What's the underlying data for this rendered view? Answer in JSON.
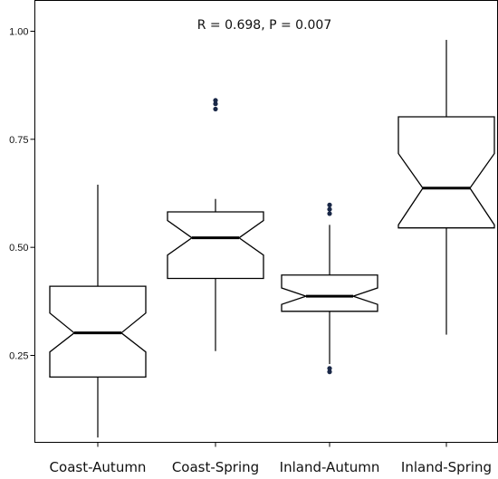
{
  "chart_data": {
    "type": "boxplot",
    "title": "",
    "xlabel": "",
    "ylabel": "",
    "annotation": "R = 0.698, P = 0.007",
    "ylim": [
      0.05,
      1.04
    ],
    "yticks": [
      0.25,
      0.5,
      0.75,
      1.0
    ],
    "ytick_labels": [
      "0.25",
      "0.50",
      "0.75",
      "1.00"
    ],
    "grid": false,
    "notched": true,
    "categories": [
      "Coast-Autumn",
      "Coast-Spring",
      "Inland-Autumn",
      "Inland-Spring"
    ],
    "boxes": [
      {
        "category": "Coast-Autumn",
        "whisker_low": 0.06,
        "q1": 0.2,
        "median": 0.302,
        "q3": 0.41,
        "whisker_high": 0.645,
        "notch_low": 0.258,
        "notch_high": 0.348,
        "outliers": []
      },
      {
        "category": "Coast-Spring",
        "whisker_low": 0.26,
        "q1": 0.428,
        "median": 0.522,
        "q3": 0.582,
        "whisker_high": 0.612,
        "notch_low": 0.482,
        "notch_high": 0.562,
        "outliers": [
          0.82,
          0.832,
          0.84
        ]
      },
      {
        "category": "Inland-Autumn",
        "whisker_low": 0.23,
        "q1": 0.352,
        "median": 0.387,
        "q3": 0.436,
        "whisker_high": 0.552,
        "notch_low": 0.368,
        "notch_high": 0.406,
        "outliers": [
          0.212,
          0.22,
          0.578,
          0.588,
          0.598
        ]
      },
      {
        "category": "Inland-Spring",
        "whisker_low": 0.298,
        "q1": 0.545,
        "median": 0.637,
        "q3": 0.802,
        "whisker_high": 0.98,
        "notch_low": 0.552,
        "notch_high": 0.717,
        "outliers": []
      }
    ],
    "colors": {
      "box_stroke": "#000000",
      "outlier": "#1a2847",
      "axis": "#000000"
    }
  }
}
